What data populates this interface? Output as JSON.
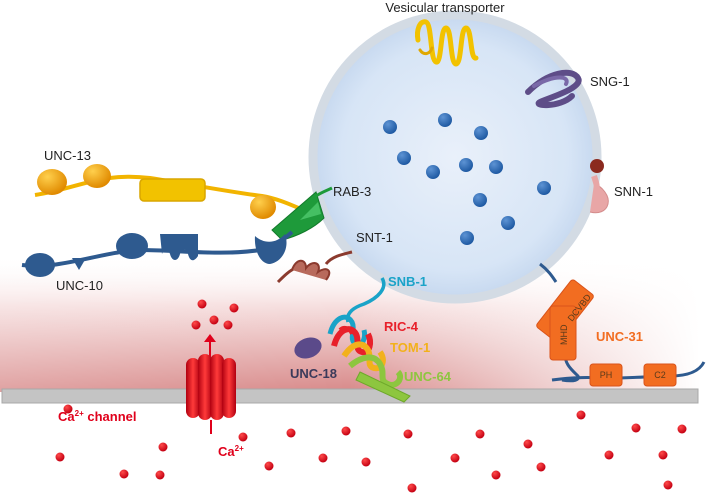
{
  "labels": {
    "vesicular_transporter": "Vesicular transporter",
    "sng1": "SNG-1",
    "snn1": "SNN-1",
    "unc13": "UNC-13",
    "rab3": "RAB-3",
    "snt1": "SNT-1",
    "unc10": "UNC-10",
    "snb1": "SNB-1",
    "ric4": "RIC-4",
    "tom1": "TOM-1",
    "unc18": "UNC-18",
    "unc64": "UNC-64",
    "unc31": "UNC-31",
    "dcvbd": "DCVBD",
    "mhd": "MHD",
    "ph": "PH",
    "c2": "C2",
    "ca_channel_prefix": "Ca",
    "ca_channel_sup": "2+",
    "ca_channel_suffix": " channel",
    "ca_ion": "Ca",
    "ca_ion_sup": "2+"
  },
  "colors": {
    "vesicle_fill": "#dfeaf8",
    "vesicle_stroke": "#cfd8e2",
    "neurotransmitter": "#2f6db3",
    "unc13": "#f0a400",
    "unc10": "#2e5a8f",
    "rab3": "#1e9a3a",
    "snt1": "#8b3a2e",
    "snb1": "#1aa3c8",
    "ric4": "#e8202a",
    "tom1": "#f2b11b",
    "unc64": "#8dc63f",
    "unc18": "#5b4a8a",
    "unc31": "#f26d21",
    "sng1": "#5e4d88",
    "calcium": "#e0001b",
    "membrane": "#bdbdbd"
  }
}
